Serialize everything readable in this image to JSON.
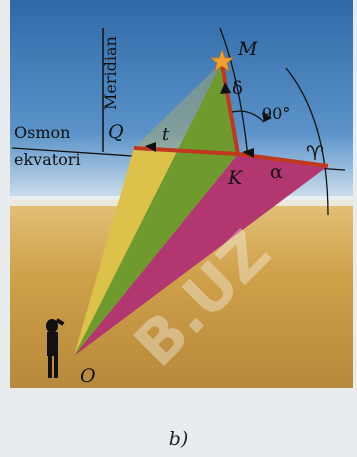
{
  "diagram": {
    "labels": {
      "meridian": "Meridian",
      "m": "M",
      "delta": "δ",
      "angle": "90°",
      "q": "Q",
      "t": "t",
      "osmon": "Osmon",
      "ekvatori": "ekvatori",
      "k": "K",
      "alpha": "α",
      "aries": "♈",
      "o": "O"
    },
    "watermark": "B.UZ",
    "colors": {
      "sky": "#3c78b8",
      "sand": "#cfa24a",
      "yellow": "#e6c94a",
      "green": "#6e9a2e",
      "magenta": "#b23670",
      "red_line": "#c0391e",
      "star": "#f0a030"
    }
  },
  "caption": "b)"
}
